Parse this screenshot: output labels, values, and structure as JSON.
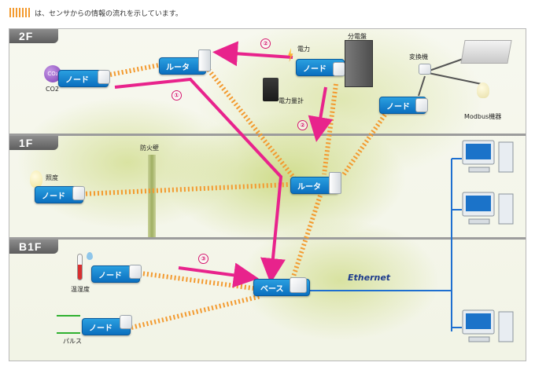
{
  "legend": {
    "text": "は、センサからの情報の流れを示しています。"
  },
  "floors": {
    "f2": "2F",
    "f1": "1F",
    "b1": "B1F"
  },
  "nodes": {
    "node_label": "ノード",
    "router_label": "ルータ",
    "base_label": "ベース"
  },
  "labels": {
    "co2_badge": "CO₂",
    "co2": "CO2",
    "power": "電力",
    "power_meter": "電力量計",
    "distribution_board": "分電盤",
    "converter": "変換機",
    "modbus": "Modbus機器",
    "firewall": "防火壁",
    "illuminance": "照度",
    "temp_humidity": "温湿度",
    "pulse": "パルス",
    "ethernet": "Ethernet"
  },
  "flow_numbers": {
    "n1": "①",
    "n2": "②",
    "n3": "③"
  },
  "colors": {
    "flow_pink": "#e8238c",
    "link_orange": "#f39a2f",
    "node_blue": "#1583d2",
    "ethernet_blue": "#1e6fd0"
  }
}
